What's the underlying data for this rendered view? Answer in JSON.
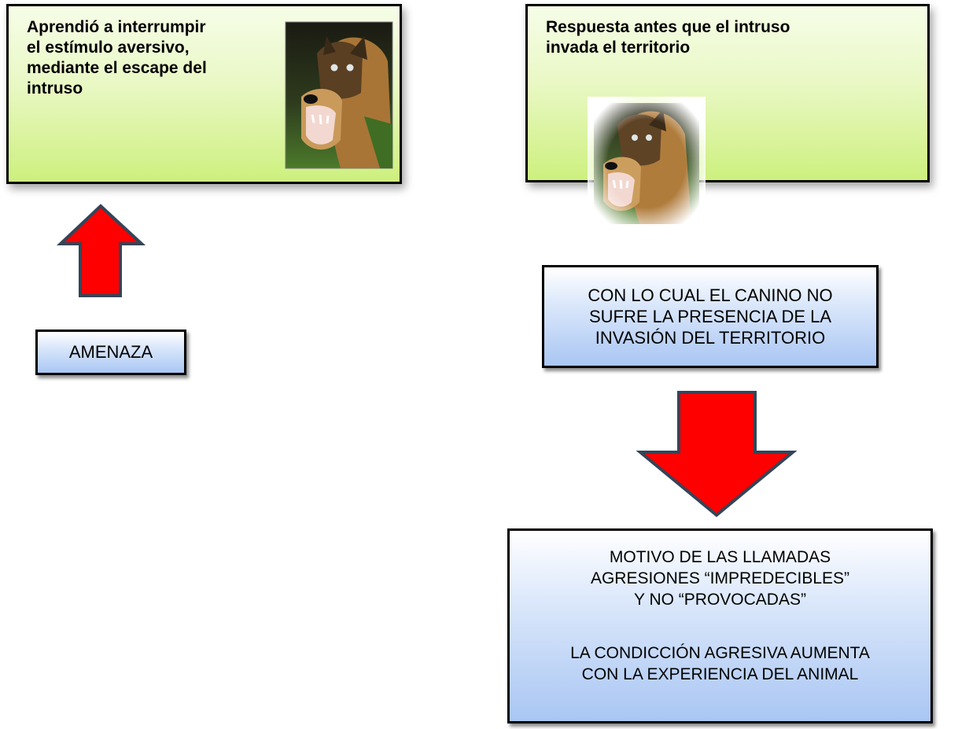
{
  "left_panel": {
    "text": "Aprendió a interrumpir\nel estímulo aversivo,\nmediante el escape del\nintruso"
  },
  "right_panel": {
    "text": "Respuesta antes que el intruso\ninvada el territorio"
  },
  "threat_label": "AMENAZA",
  "consequence_box": {
    "text": "CON LO CUAL EL CANINO NO\nSUFRE LA PRESENCIA DE LA\nINVASIÓN DEL TERRITORIO"
  },
  "conclusion_box": {
    "line1": "MOTIVO DE LAS LLAMADAS\nAGRESIONES “IMPREDECIBLES”\nY NO “PROVOCADAS”",
    "line2": "LA CONDICCIÓN AGRESIVA AUMENTA\nCON LA EXPERIENCIA DEL ANIMAL"
  },
  "colors": {
    "arrow_fill": "#ff0000",
    "arrow_stroke": "#344558",
    "green_box": "#d4f28c",
    "blue_box": "#b7cff5"
  },
  "icons": {
    "dog_photo": "snarling-dog-icon"
  }
}
